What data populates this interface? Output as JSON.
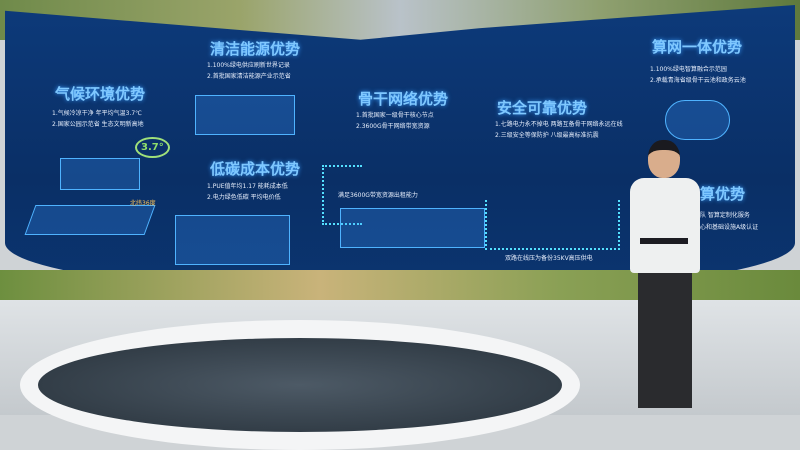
{
  "panels": [
    {
      "title": "气候环境优势",
      "lines": [
        "1.气候冷凉干净 年平均气温3.7℃",
        "2.国家公园示范省 生态文明新高地"
      ]
    },
    {
      "title": "清洁能源优势",
      "lines": [
        "1.100%绿电供应刷新世界记录",
        "2.首批国家清洁能源产业示范省"
      ]
    },
    {
      "title": "低碳成本优势",
      "lines": [
        "1.PUE值年均1.17 能耗成本低",
        "2.电力绿色低碳 平均电价低"
      ]
    },
    {
      "title": "骨干网络优势",
      "lines": [
        "1.首批国家一级骨干核心节点",
        "2.3600G骨干网络带宽资源"
      ]
    },
    {
      "title": "安全可靠优势",
      "lines": [
        "1.七路电力永不掉电 两路互备骨干网络永远在线",
        "2.三级安全等保防护 八级最高标准抗震"
      ]
    },
    {
      "title": "算网一体优势",
      "lines": [
        "1.100%绿电智算融合示范园",
        "2.承载青海省级骨干云池和政务云池"
      ]
    },
    {
      "title": "算优势",
      "lines": [
        "队 智算定制化服务",
        "心和基础设施A级认证"
      ]
    }
  ],
  "labels": {
    "temp": "3.7°",
    "bandwidth": "满足3600G带宽资源出租能力",
    "power": "双路在线压为备份35KV高压供电",
    "north": "北纬36度"
  }
}
